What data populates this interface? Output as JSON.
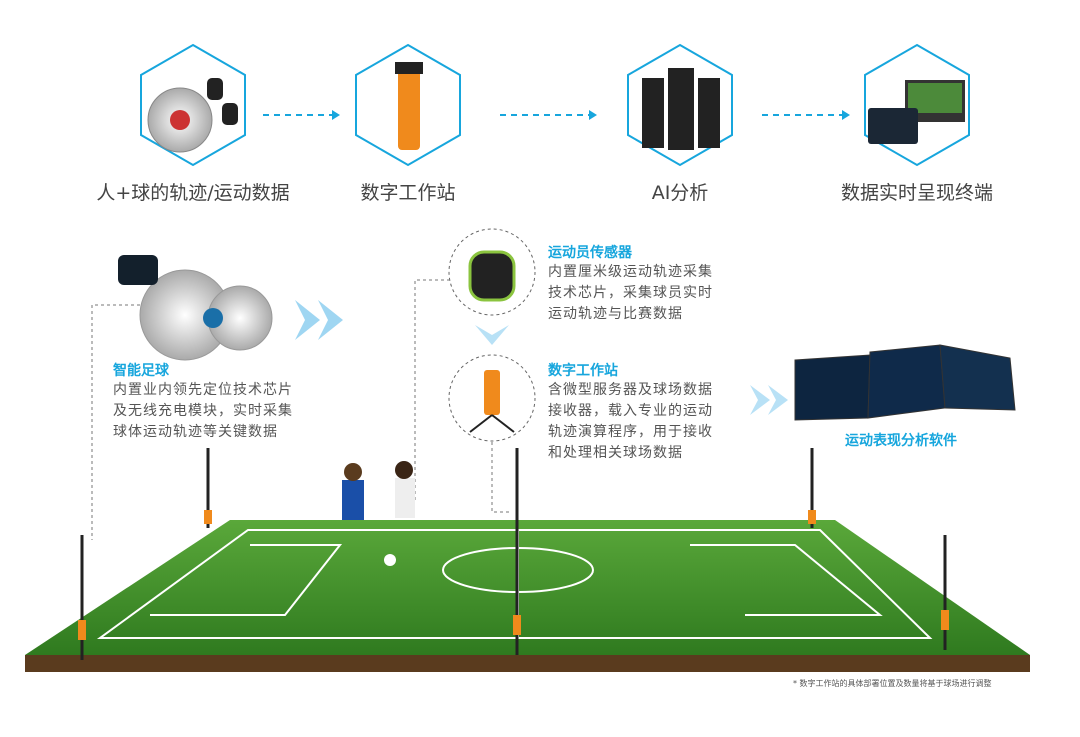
{
  "flow": {
    "steps": [
      {
        "label": "人+球的轨迹/运动数据",
        "icon": "ball-sensor-icon"
      },
      {
        "label": "数字工作站",
        "icon": "workstation-icon"
      },
      {
        "label": "AI分析",
        "icon": "server-icon"
      },
      {
        "label": "数据实时呈现终端",
        "icon": "display-terminal-icon"
      }
    ]
  },
  "smart_ball": {
    "title": "智能足球",
    "lines": [
      "内置业内领先定位技术芯片",
      "及无线充电模块，实时采集",
      "球体运动轨迹等关键数据"
    ]
  },
  "player_sensor": {
    "title": "运动员传感器",
    "lines": [
      "内置厘米级运动轨迹采集",
      "技术芯片，采集球员实时",
      "运动轨迹与比赛数据"
    ]
  },
  "workstation": {
    "title": "数字工作站",
    "lines": [
      "含微型服务器及球场数据",
      "接收器，载入专业的运动",
      "轨迹演算程序，用于接收",
      "和处理相关球场数据"
    ]
  },
  "software": {
    "caption": "运动表现分析软件"
  },
  "footnote": "* 数字工作站的具体部署位置及数量将基于球场进行调整",
  "colors": {
    "accent": "#17a6dd",
    "grass": "#3e8f2a",
    "soil": "#5a3b1e",
    "orange": "#f08a1c"
  }
}
